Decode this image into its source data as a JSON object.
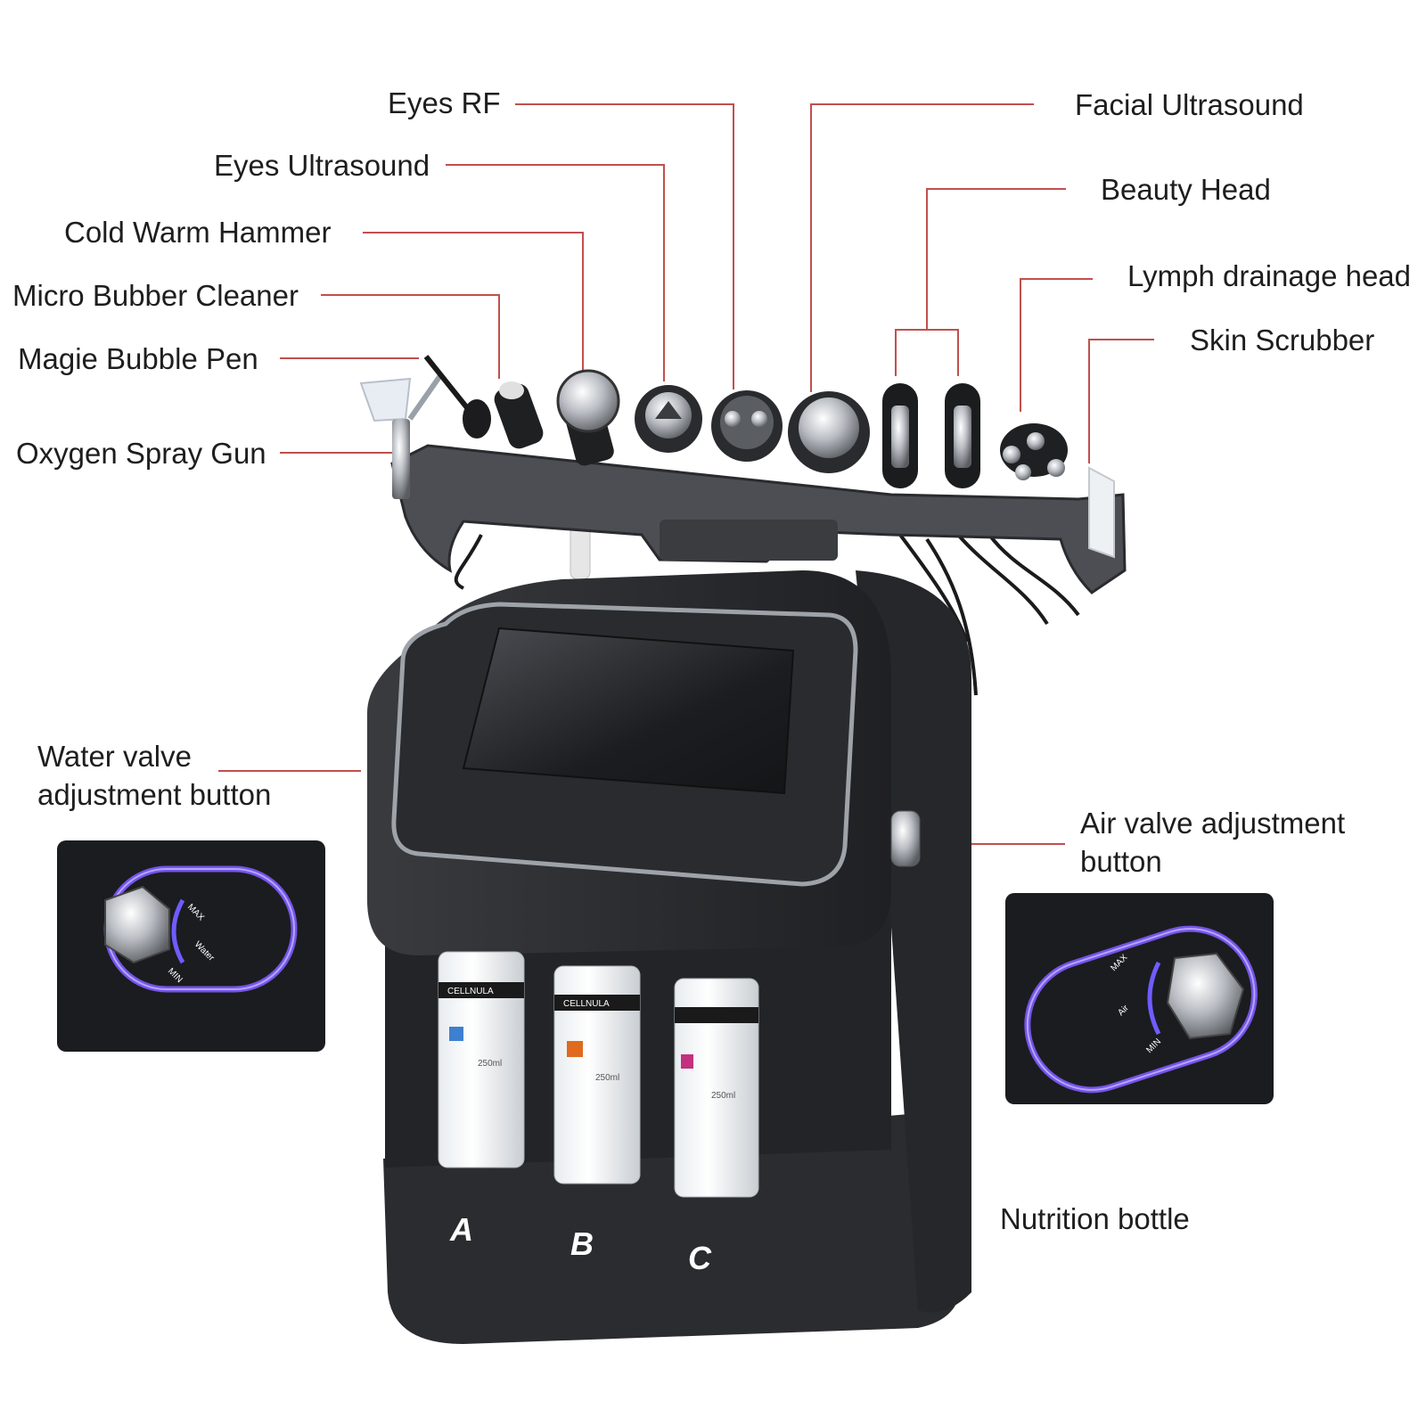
{
  "colors": {
    "leader_line": "#c0504d",
    "label_text": "#1e1e1e",
    "machine_body": "#2e2f32",
    "glow": "#8a63ff"
  },
  "labels": {
    "eyes_rf": "Eyes RF",
    "eyes_ultrasound": "Eyes Ultrasound",
    "cold_warm_hammer": "Cold Warm Hammer",
    "micro_bubber_cleaner": "Micro Bubber Cleaner",
    "magie_bubble_pen": "Magie Bubble Pen",
    "oxygen_spray_gun": "Oxygen Spray Gun",
    "facial_ultrasound": "Facial Ultrasound",
    "beauty_head": "Beauty Head",
    "lymph_drainage_head": "Lymph drainage head",
    "skin_scrubber": "Skin Scrubber",
    "water_valve_line1": "Water valve",
    "water_valve_line2": "adjustment button",
    "air_valve_line1": "Air valve adjustment",
    "air_valve_line2": "button",
    "nutrition_bottle": "Nutrition bottle"
  },
  "bottles": {
    "a": "A",
    "b": "B",
    "c": "C",
    "brand": "CELLNULA",
    "volume": "250ml"
  },
  "inset_water": {
    "max": "MAX",
    "mid": "Water",
    "min": "MIN"
  },
  "inset_air": {
    "max": "MAX",
    "mid": "Air",
    "min": "MIN"
  }
}
